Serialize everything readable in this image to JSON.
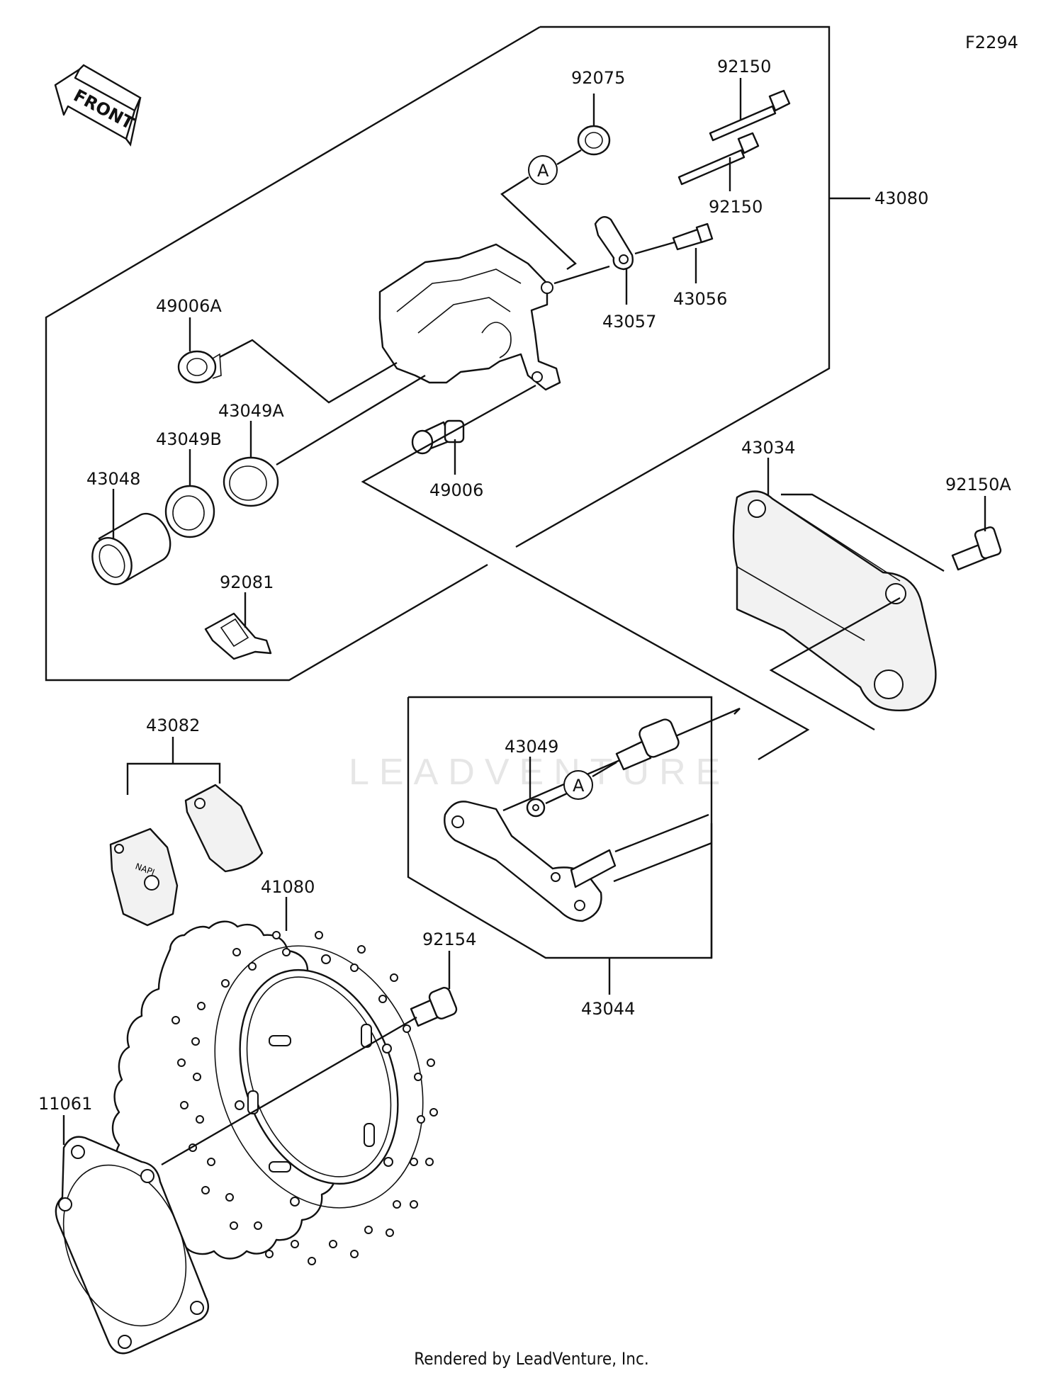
{
  "diagram_code": "F2294",
  "front_label": "FRONT",
  "watermark": "LEADVENTURE",
  "footer": "Rendered by LeadVenture, Inc.",
  "ref_marker": "A",
  "labels": {
    "p92075": "92075",
    "p92150_top": "92150",
    "p92150_bottom": "92150",
    "p43080": "43080",
    "p43056": "43056",
    "p43057": "43057",
    "p49006A": "49006A",
    "p43049A": "43049A",
    "p43049B": "43049B",
    "p43048": "43048",
    "p49006": "49006",
    "p92081": "92081",
    "p43034": "43034",
    "p92150A": "92150A",
    "p43082": "43082",
    "p43049": "43049",
    "p43044": "43044",
    "p41080": "41080",
    "p92154": "92154",
    "p11061": "11061"
  }
}
